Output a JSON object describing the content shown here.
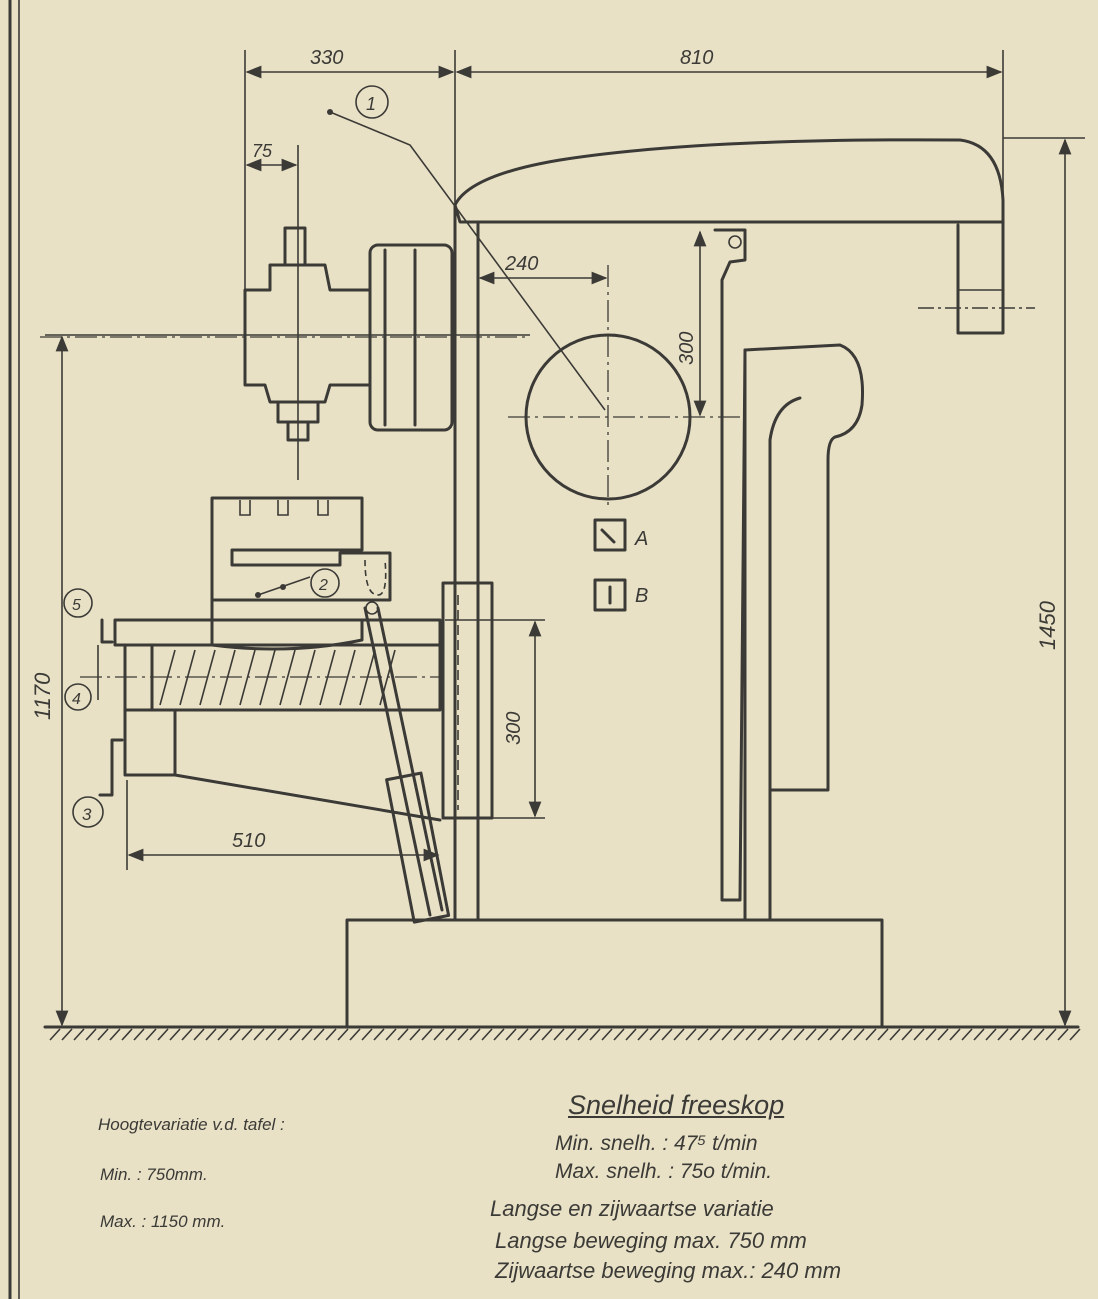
{
  "dimensions": {
    "d330": "330",
    "d810": "810",
    "d75": "75",
    "d240": "240",
    "d300_head": "300",
    "d300_table": "300",
    "d510": "510",
    "d1170": "1170",
    "d1450": "1450"
  },
  "callouts": {
    "c1": "1",
    "c2": "2",
    "c3": "3",
    "c4": "4",
    "c5": "5"
  },
  "controls": {
    "a": "A",
    "b": "B"
  },
  "table_height": {
    "title": "Hoogtevariatie v.d. tafel :",
    "min": "Min. : 750mm.",
    "max": "Max. : 1150 mm."
  },
  "spindle_speed": {
    "title": "Snelheid freeskop",
    "min": "Min. snelh. :  47⁵ t/min",
    "max": "Max. snelh. :  75o t/min."
  },
  "travel": {
    "title": "Langse en zijwaartse variatie",
    "longitudinal": "Langse beweging max. 750 mm",
    "lateral": "Zijwaartse beweging max.: 240 mm"
  }
}
